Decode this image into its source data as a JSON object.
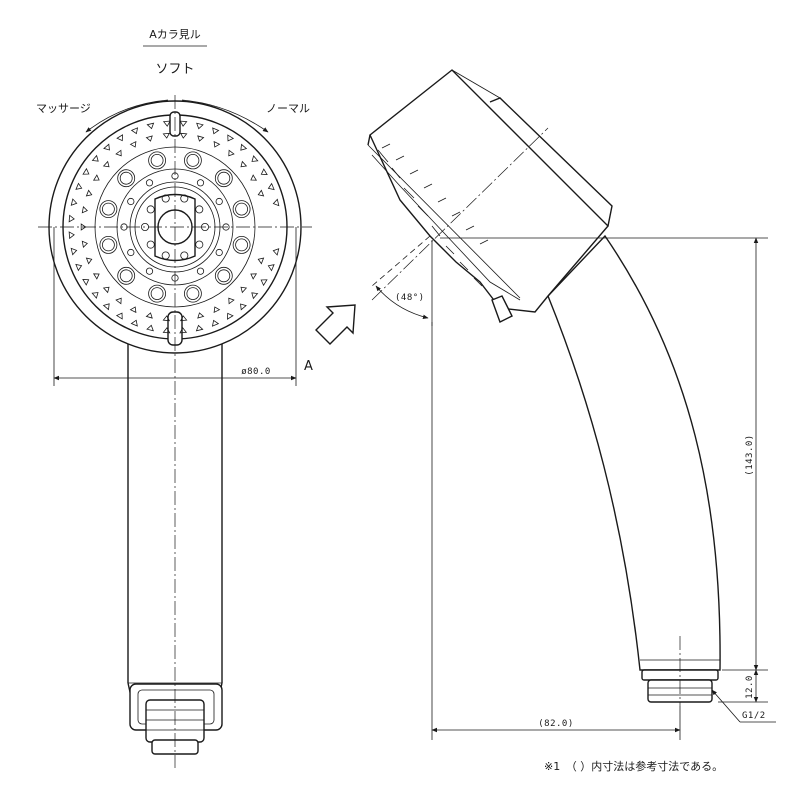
{
  "labels": {
    "view_note": "Aカラ見ル",
    "mode_top": "ソフト",
    "mode_left": "マッサージ",
    "mode_right": "ノーマル",
    "view_marker": "A"
  },
  "dimensions": {
    "diameter": "ø80.0",
    "angle": "(48°)",
    "height": "(143.0)",
    "connector_length": "12.0",
    "depth": "(82.0)",
    "thread": "G1/2"
  },
  "note": "※1　（ ）内寸法は参考寸法である。"
}
